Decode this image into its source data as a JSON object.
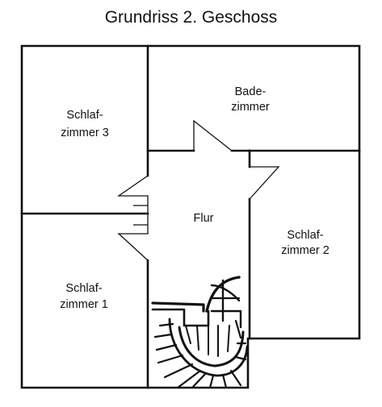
{
  "title": "Grundriss 2. Geschoss",
  "rooms": {
    "schlafzimmer_3": {
      "line1": "Schlaf-",
      "line2": "zimmer 3"
    },
    "badezimmer": {
      "line1": "Bade-",
      "line2": "zimmer"
    },
    "flur": {
      "line1": "Flur"
    },
    "schlafzimmer_2": {
      "line1": "Schlaf-",
      "line2": "zimmer 2"
    },
    "schlafzimmer_1": {
      "line1": "Schlaf-",
      "line2": "zimmer 1"
    }
  },
  "drawing": {
    "stroke_color": "#111111",
    "background": "#ffffff"
  }
}
